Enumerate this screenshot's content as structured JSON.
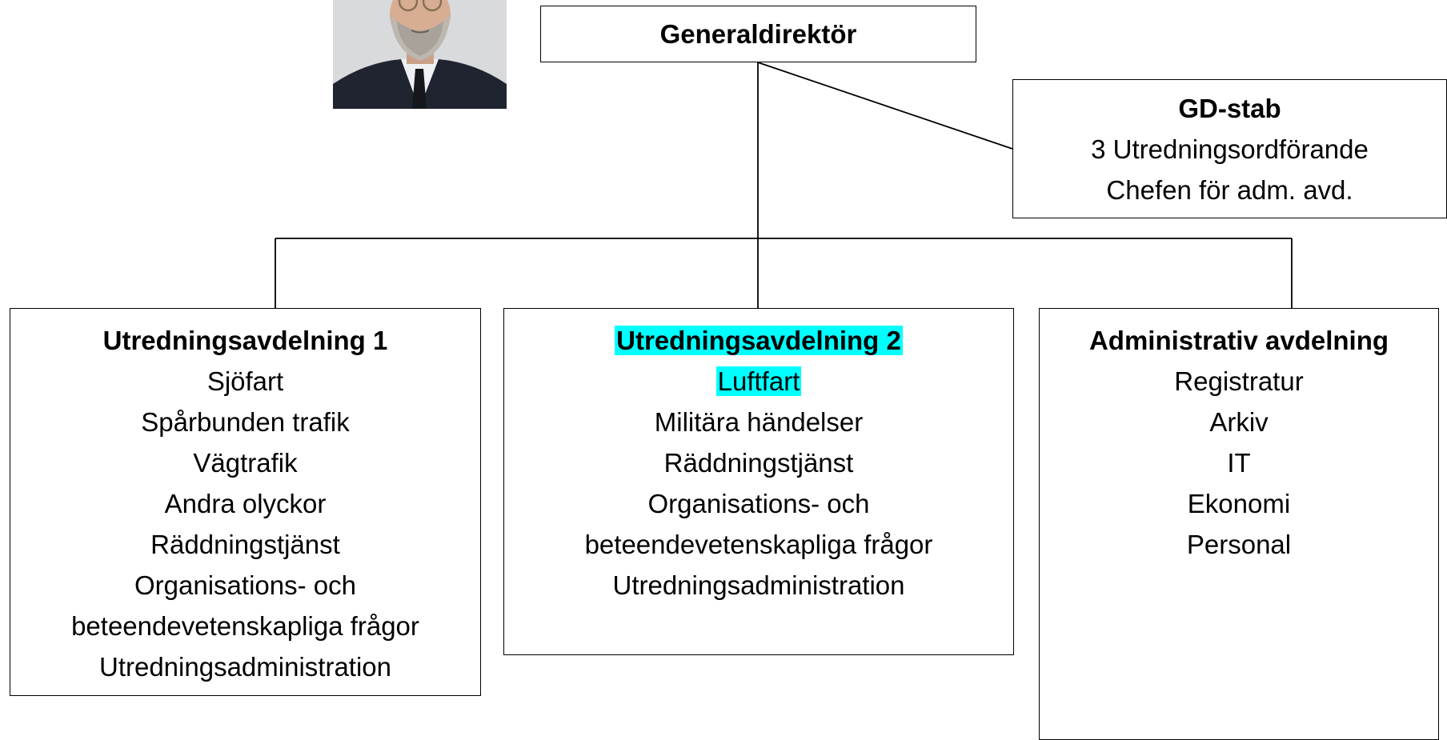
{
  "director": {
    "title": "Generaldirektör"
  },
  "staff": {
    "title": "GD-stab",
    "lines": [
      "3 Utredningsordförande",
      "Chefen för adm. avd."
    ]
  },
  "departments": [
    {
      "title": "Utredningsavdelning 1",
      "items": [
        "Sjöfart",
        "Spårbunden trafik",
        "Vägtrafik",
        "Andra olyckor",
        "Räddningstjänst",
        "Organisations- och",
        "beteendevetenskapliga  frågor",
        "Utredningsadministration"
      ]
    },
    {
      "title": "Utredningsavdelning 2",
      "items": [
        "Luftfart",
        "Militära händelser",
        "Räddningstjänst",
        "Organisations- och",
        "beteendevetenskapliga  frågor",
        "Utredningsadministration"
      ]
    },
    {
      "title": "Administrativ avdelning",
      "items": [
        "Registratur",
        "Arkiv",
        "IT",
        "Ekonomi",
        "Personal"
      ]
    }
  ],
  "colors": {
    "highlight": "#00ffff",
    "line": "#000000"
  }
}
